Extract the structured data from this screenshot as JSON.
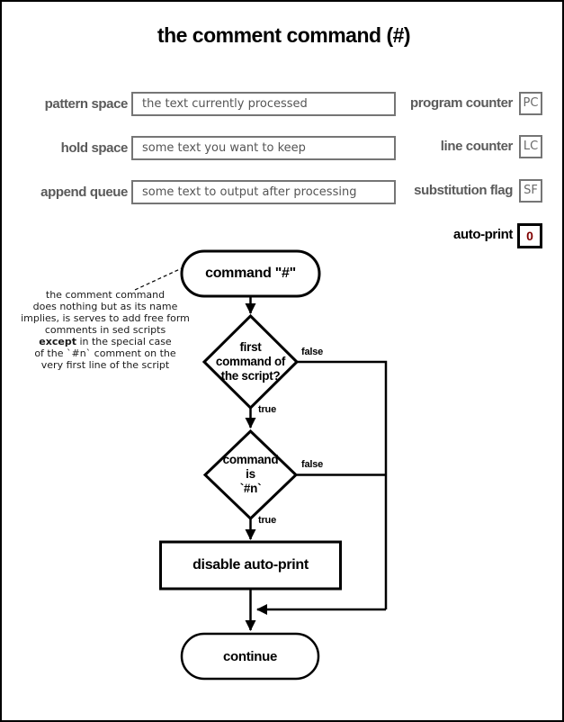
{
  "title": "the comment command (#)",
  "colors": {
    "label_gray": "#5a5a5a",
    "box_border_gray": "#757575",
    "box_text_gray": "#555555",
    "autoprint_value_red": "#7f0000",
    "flow_black": "#000000"
  },
  "registers": {
    "left": [
      {
        "label": "pattern space",
        "value": "the text currently processed"
      },
      {
        "label": "hold space",
        "value": "some text you want to keep"
      },
      {
        "label": "append queue",
        "value": "some text to output after processing"
      }
    ],
    "right": [
      {
        "label": "program counter",
        "value": "PC"
      },
      {
        "label": "line counter",
        "value": "LC"
      },
      {
        "label": "substitution flag",
        "value": "SF"
      }
    ],
    "autoprint": {
      "label": "auto-print",
      "value": "0"
    }
  },
  "annotation": {
    "before": "the comment command\ndoes nothing but as its name\nimplies, is serves to add free form\ncomments in sed scripts\n",
    "bold": "except",
    "after": " in the special case\nof the `#n` comment on the\nvery first line of the script"
  },
  "flowchart": {
    "start": "command \"#\"",
    "decision1": "first\ncommand of\nthe script?",
    "decision2": "command\nis\n`#n`",
    "process": "disable auto-print",
    "end": "continue",
    "labels": {
      "false1": "false",
      "true1": "true",
      "false2": "false",
      "true2": "true"
    }
  }
}
